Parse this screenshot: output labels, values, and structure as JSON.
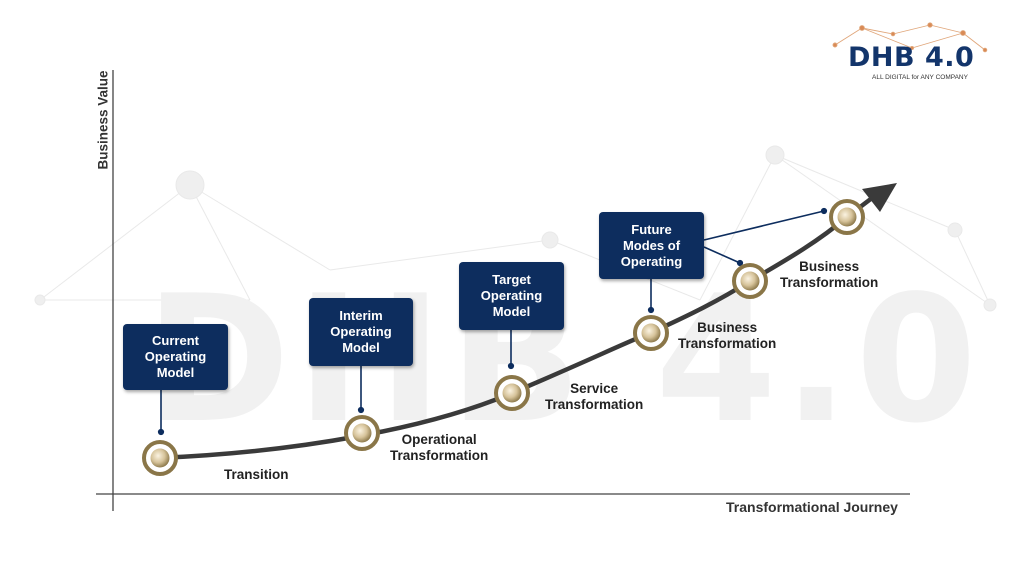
{
  "axes": {
    "y_label": "Business Value",
    "x_label": "Transformational Journey"
  },
  "watermark": "DHB 4.0",
  "logo": {
    "title": "DHB 4.0",
    "subtitle": "ALL DIGITAL for ANY COMPANY"
  },
  "boxes": [
    {
      "label": "Current\nOperating\nModel"
    },
    {
      "label": "Interim\nOperating\nModel"
    },
    {
      "label": "Target\nOperating\nModel"
    },
    {
      "label": "Future\nModes of\nOperating"
    }
  ],
  "stages": [
    {
      "label": "Transition"
    },
    {
      "label": "Operational\nTransformation"
    },
    {
      "label": "Service\nTransformation"
    },
    {
      "label": "Business\nTransformation"
    },
    {
      "label": "Business\nTransformation"
    }
  ],
  "colors": {
    "box": "#0d2d5e",
    "curve": "#3a3a3a",
    "node_ring": "#8a7648",
    "node_inner": "#c9b48a"
  }
}
